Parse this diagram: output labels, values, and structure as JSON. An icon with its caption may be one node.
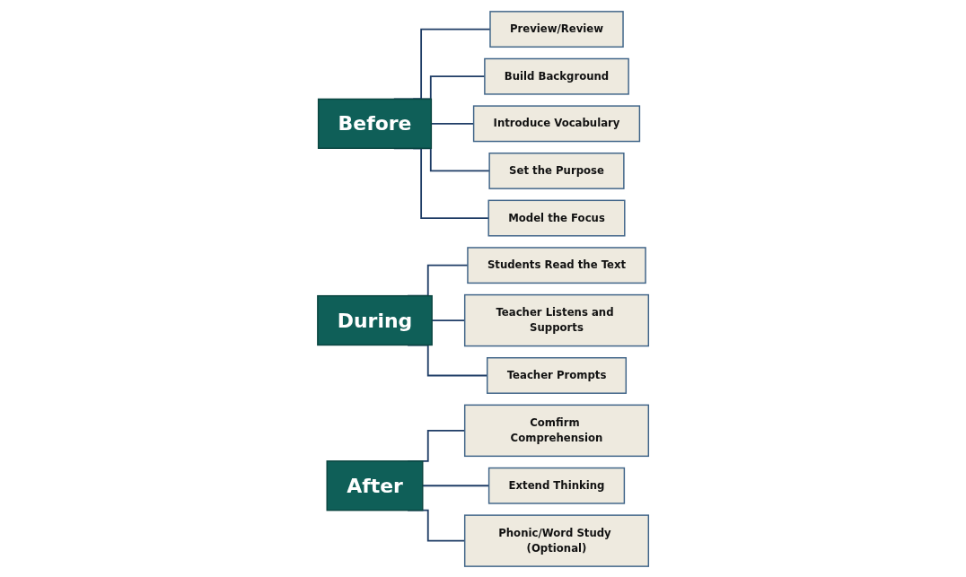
{
  "diagram": {
    "nodes": [
      {
        "text": [
          "Before"
        ]
      },
      {
        "text": [
          "Preview/Review"
        ]
      },
      {
        "text": [
          "Build Background"
        ]
      },
      {
        "text": [
          "Introduce Vocabulary"
        ]
      },
      {
        "text": [
          "Set the Purpose"
        ]
      },
      {
        "text": [
          "Model the Focus"
        ]
      },
      {
        "text": [
          "During"
        ]
      },
      {
        "text": [
          "Students Read the Text"
        ]
      },
      {
        "text": [
          "Teacher Listens and Supports"
        ]
      },
      {
        "text": [
          "Teacher Prompts"
        ]
      },
      {
        "text": [
          "After"
        ]
      },
      {
        "text": [
          "Comfirm Comprehension"
        ]
      },
      {
        "text": [
          "Extend Thinking"
        ]
      },
      {
        "text": [
          "Phonic/Word Study (Optional)"
        ]
      }
    ],
    "edges": [
      {
        "from": 0,
        "to": 1,
        "arrow": "none"
      },
      {
        "from": 0,
        "to": 2,
        "arrow": "none"
      },
      {
        "from": 0,
        "to": 3,
        "arrow": "none"
      },
      {
        "from": 0,
        "to": 4,
        "arrow": "none"
      },
      {
        "from": 0,
        "to": 5,
        "arrow": "none"
      },
      {
        "from": 6,
        "to": 7,
        "arrow": "none"
      },
      {
        "from": 6,
        "to": 8,
        "arrow": "none"
      },
      {
        "from": 6,
        "to": 9,
        "arrow": "none"
      },
      {
        "from": 10,
        "to": 11,
        "arrow": "none"
      },
      {
        "from": 10,
        "to": 12,
        "arrow": "none"
      },
      {
        "from": 10,
        "to": 13,
        "arrow": "none"
      }
    ]
  }
}
